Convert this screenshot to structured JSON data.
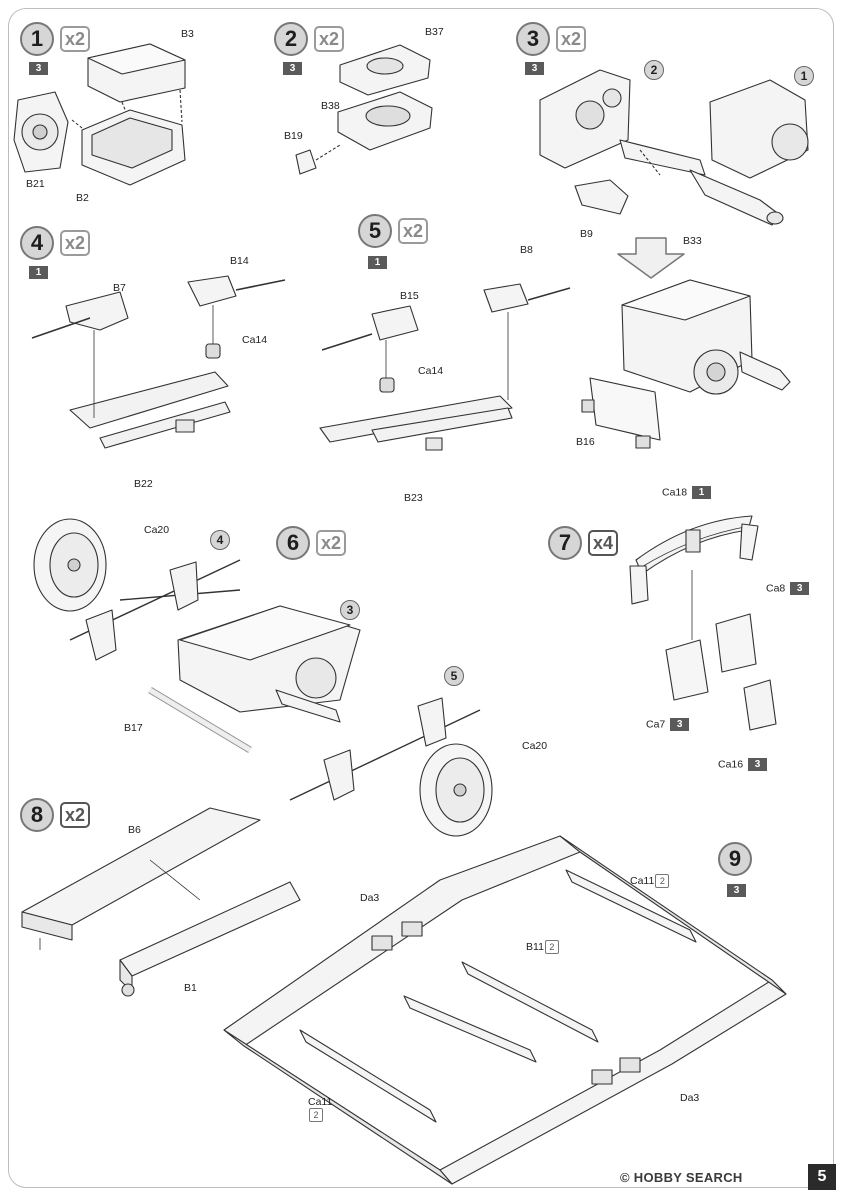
{
  "page_number": "5",
  "watermark": "© HOBBY SEARCH",
  "steps": [
    {
      "number": "1",
      "multiplier": "x2",
      "sprue": "3"
    },
    {
      "number": "2",
      "multiplier": "x2",
      "sprue": "3"
    },
    {
      "number": "3",
      "multiplier": "x2",
      "sprue": "3"
    },
    {
      "number": "4",
      "multiplier": "x2",
      "sprue": "1"
    },
    {
      "number": "5",
      "multiplier": "x2",
      "sprue": "1"
    },
    {
      "number": "6",
      "multiplier": "x2"
    },
    {
      "number": "7",
      "multiplier": "x4"
    },
    {
      "number": "8",
      "multiplier": "x2"
    },
    {
      "number": "9",
      "sprue": "3"
    }
  ],
  "parts": {
    "b3": "B3",
    "b21": "B21",
    "b2": "B2",
    "b37": "B37",
    "b38": "B38",
    "b19": "B19",
    "b9": "B9",
    "b33": "B33",
    "b14": "B14",
    "b7": "B7",
    "ca14_a": "Ca14",
    "b22": "B22",
    "b8": "B8",
    "b15": "B15",
    "ca14_b": "Ca14",
    "b23": "B23",
    "b16": "B16",
    "ca20_a": "Ca20",
    "ca20_b": "Ca20",
    "b17": "B17",
    "ca18": "Ca18",
    "ca18_sprue": "1",
    "ca8": "Ca8",
    "ca8_sprue": "3",
    "ca7": "Ca7",
    "ca7_sprue": "3",
    "ca16": "Ca16",
    "ca16_sprue": "3",
    "b6": "B6",
    "b1": "B1",
    "da3_a": "Da3",
    "da3_b": "Da3",
    "ca11_a": "Ca11",
    "ca11_a_mult": "2",
    "b11": "B11",
    "b11_mult": "2",
    "ca11_b": "Ca11",
    "ca11_b_mult": "2"
  },
  "refs": {
    "s3_ref1": "1",
    "s3_ref2": "2",
    "s6_ref4": "4",
    "s6_ref3": "3",
    "s6_ref5": "5"
  }
}
